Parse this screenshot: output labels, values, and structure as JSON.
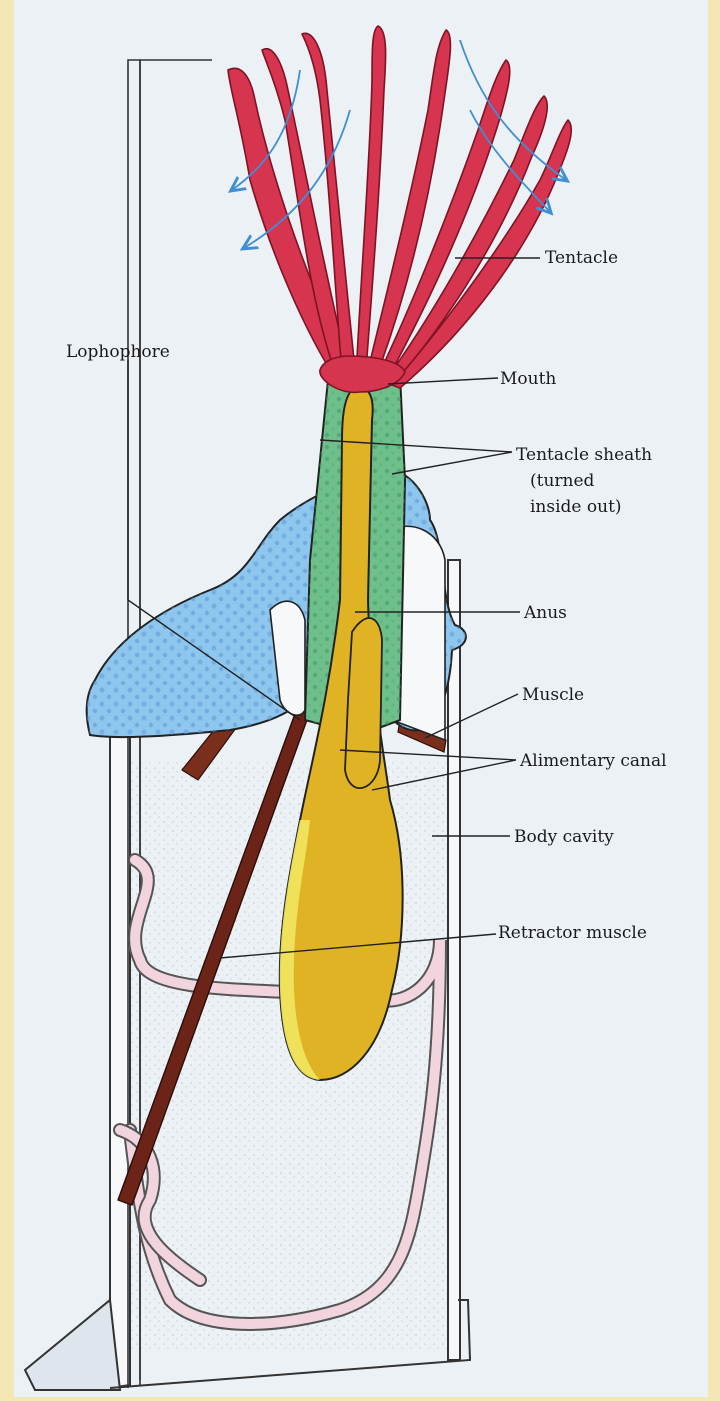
{
  "diagram": {
    "labels": {
      "lophophore": "Lophophore",
      "tentacle": "Tentacle",
      "mouth": "Mouth",
      "tentacle_sheath_1": "Tentacle sheath",
      "tentacle_sheath_2": "(turned",
      "tentacle_sheath_3": "inside out)",
      "anus": "Anus",
      "muscle": "Muscle",
      "alimentary_canal": "Alimentary canal",
      "body_cavity": "Body cavity",
      "retractor_muscle": "Retractor muscle"
    },
    "colors": {
      "background": "#f3e7b6",
      "panel": "#ecf1f6",
      "tentacle": "#d6344f",
      "tentacle_sheath": "#6fbf8a",
      "lophophore_collar": "#8ec6ee",
      "alimentary_canal": "#e0b325",
      "retractor_muscle": "#6b2417",
      "funiculus": "#e7b7c6",
      "water_current_arrows": "#3f8fd4"
    }
  }
}
